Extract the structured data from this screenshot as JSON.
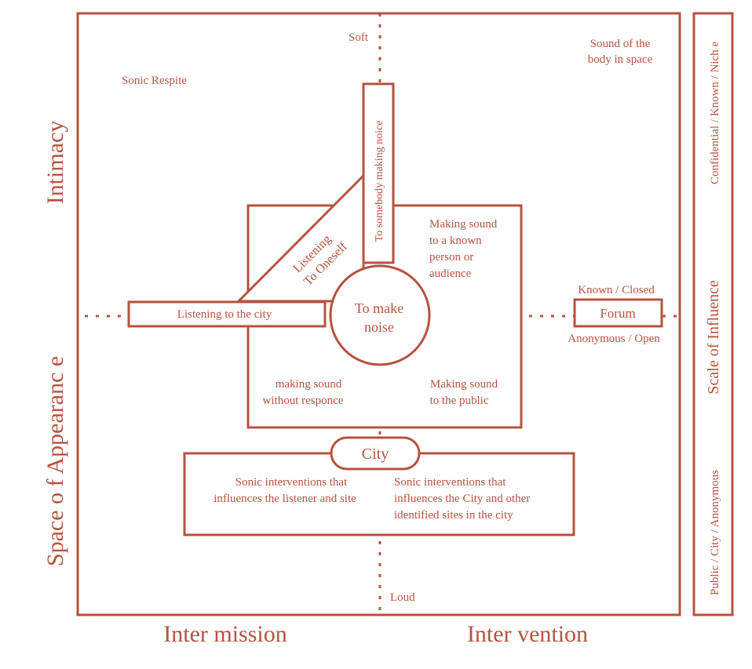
{
  "colors": {
    "stroke": "#b5533f",
    "text": "#b5533f",
    "background": "#ffffff"
  },
  "axes": {
    "left_top": "Intimacy",
    "left_bottom": "Space o f  Appearanc e",
    "bottom_left": "Inter mission",
    "bottom_right": "Inter vention",
    "top": "Soft",
    "bottom": "Loud"
  },
  "right_panel": {
    "top": "Confidential / Known / Nich  e",
    "middle": "Scale of Influence",
    "bottom": "Public / City / Anonymous"
  },
  "labels": {
    "sonic_respite": "Sonic Respite",
    "sound_of_body_line1": "Sound of the",
    "sound_of_body_line2": "body in space",
    "somebody": "To somebody making noice",
    "listening_line1": "Listening",
    "listening_line2": "To Oneself",
    "listening_city": "Listening to the city",
    "make_noise_line1": "To make",
    "make_noise_line2": "noise",
    "known_person_line1": "Making sound",
    "known_person_line2": "to a known",
    "known_person_line3": "person or",
    "known_person_line4": "audience",
    "known_closed": "Known / Closed",
    "forum": "Forum",
    "anonymous_open": "Anonymous / Open",
    "no_response_line1": "making sound",
    "no_response_line2": "without responce",
    "to_public_line1": "Making sound",
    "to_public_line2": "to the public",
    "city": "City",
    "left_int_line1": "Sonic interventions that",
    "left_int_line2": "influences the listener and site",
    "right_int_line1": "Sonic interventions that",
    "right_int_line2": "influences the City and other",
    "right_int_line3": "identified sites in the city"
  }
}
